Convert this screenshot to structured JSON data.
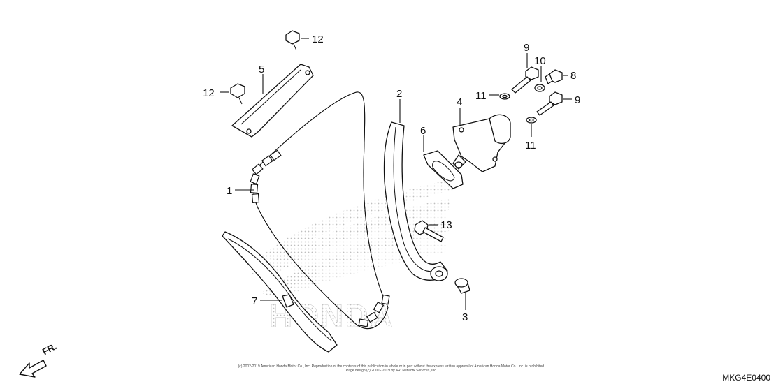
{
  "callouts": {
    "c1": "1",
    "c2": "2",
    "c3": "3",
    "c4": "4",
    "c5": "5",
    "c6": "6",
    "c7": "7",
    "c8": "8",
    "c9a": "9",
    "c9b": "9",
    "c10": "10",
    "c11a": "11",
    "c11b": "11",
    "c12a": "12",
    "c12b": "12",
    "c13": "13"
  },
  "direction_label": "FR.",
  "catalog_code": "MKG4E0400",
  "copyright_line1": "(c) 2002-2019 American Honda Motor Co., Inc. Reproduction of the contents of this publication in whole or in part without the express written approval of American Honda Motor Co., Inc. is prohibited.",
  "copyright_line2": "Page design (c) 2000 - 2019 by ARI Network Services, Inc.",
  "watermark_text": "HONDA"
}
